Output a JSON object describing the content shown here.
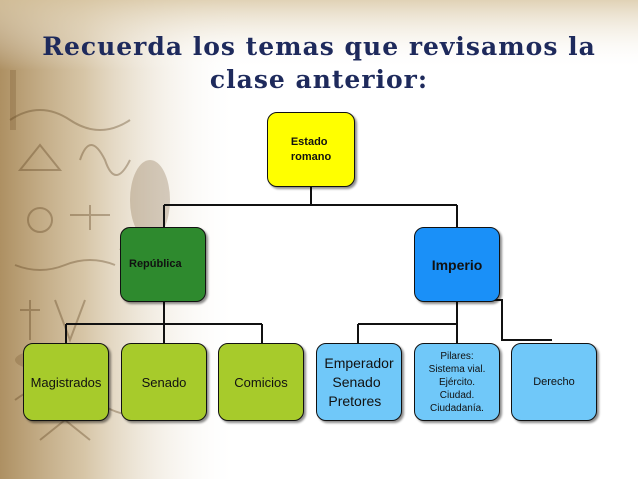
{
  "title": {
    "line1": "Recuerda los temas que revisamos la",
    "line2": "clase anterior:"
  },
  "diagram": {
    "root": {
      "lines": [
        "Estado",
        "romano"
      ]
    },
    "republica": {
      "label": "República"
    },
    "imperio": {
      "label": "Imperio"
    },
    "magistrados": {
      "label": "Magistrados"
    },
    "senado": {
      "label": "Senado"
    },
    "comicios": {
      "label": "Comicios"
    },
    "emperador": {
      "lines": [
        "Emperador",
        "Senado",
        "Pretores"
      ]
    },
    "pilares": {
      "lines": [
        "Pilares:",
        "Sistema vial.",
        "Ejército.",
        "Ciudad.",
        "Ciudadanía."
      ]
    },
    "derecho": {
      "label": "Derecho"
    }
  },
  "colors": {
    "title": "#1e2a5c",
    "root": "#ffff00",
    "republica": "#2e8a2e",
    "imperio": "#1a90f8",
    "republica_children": "#a7cb2b",
    "imperio_children": "#70c8f9"
  }
}
